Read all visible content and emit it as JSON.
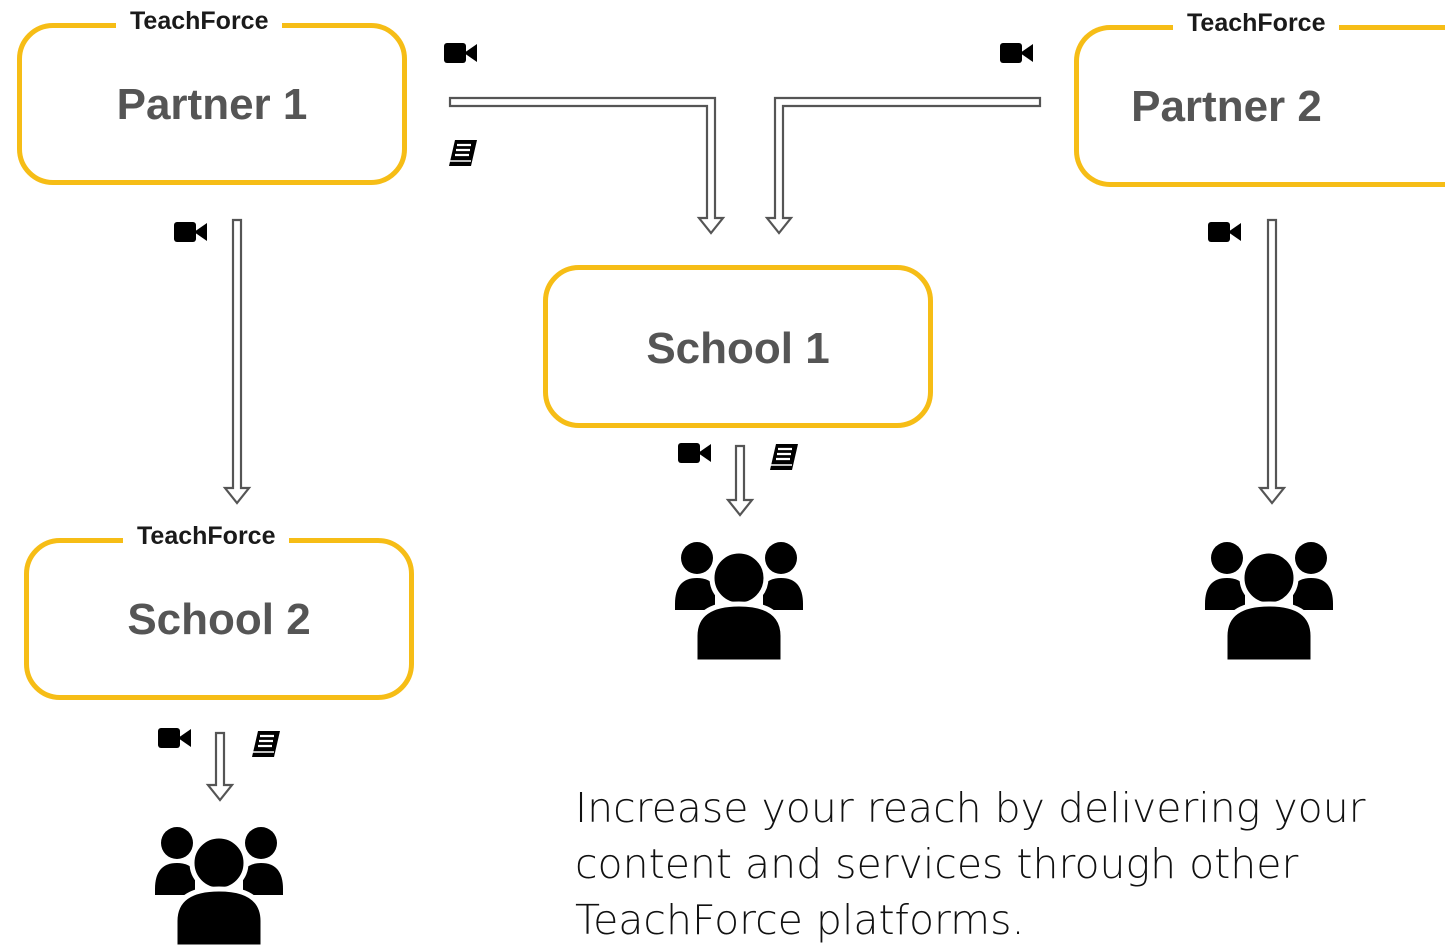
{
  "brand_label": "TeachForce",
  "nodes": {
    "partner1": {
      "title": "Partner 1"
    },
    "partner2": {
      "title": "Partner 2"
    },
    "school1": {
      "title": "School 1"
    },
    "school2": {
      "title": "School 2"
    }
  },
  "caption": "Increase your reach by delivering your content and services through other TeachForce platforms.",
  "icons": {
    "video": "video-camera-icon",
    "book": "book-icon",
    "audience": "users-group-icon"
  },
  "colors": {
    "node_border": "#f6bd16",
    "node_title": "#555555",
    "arrow_stroke": "#555555",
    "icon_fill": "#000000"
  }
}
